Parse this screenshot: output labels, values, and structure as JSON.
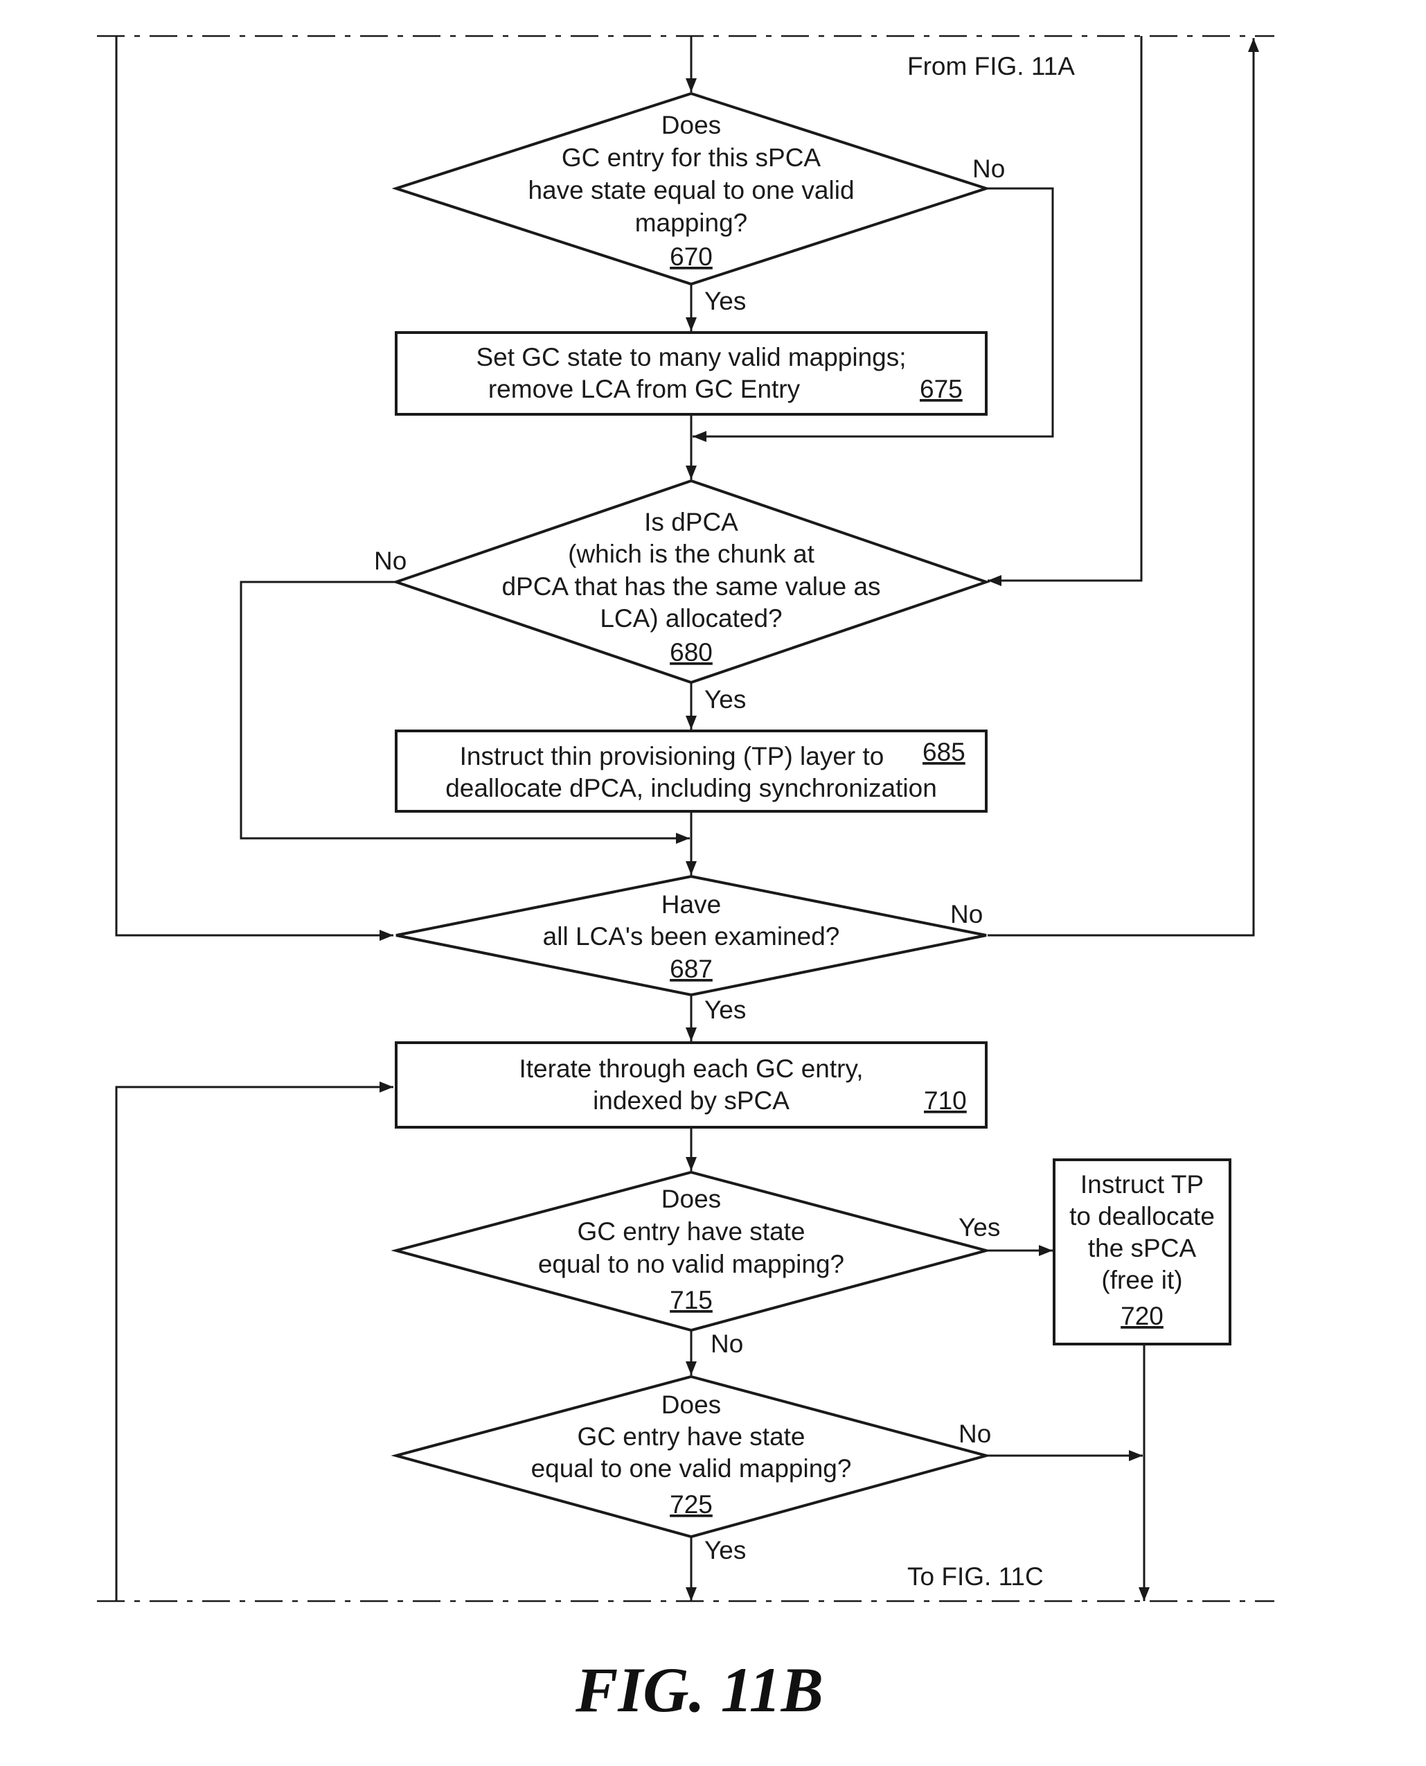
{
  "connectors": {
    "from": "From FIG. 11A",
    "to": "To FIG. 11C"
  },
  "nodes": {
    "n670": {
      "lines": [
        "Does",
        "GC entry for this sPCA",
        "have state equal to one valid",
        "mapping?"
      ],
      "ref": "670"
    },
    "n675": {
      "lines": [
        "Set GC state to many valid mappings;",
        "remove LCA from GC Entry"
      ],
      "ref": "675"
    },
    "n680": {
      "lines": [
        "Is dPCA",
        "(which is the chunk at",
        "dPCA that has the same value as",
        "LCA) allocated?"
      ],
      "ref": "680"
    },
    "n685": {
      "lines": [
        "Instruct thin provisioning (TP) layer to",
        "deallocate dPCA, including synchronization"
      ],
      "ref": "685"
    },
    "n687": {
      "lines": [
        "Have",
        "all LCA's been examined?"
      ],
      "ref": "687"
    },
    "n710": {
      "lines": [
        "Iterate through each GC entry,",
        "indexed by sPCA"
      ],
      "ref": "710"
    },
    "n715": {
      "lines": [
        "Does",
        "GC entry have state",
        "equal to no valid mapping?"
      ],
      "ref": "715"
    },
    "n720": {
      "lines": [
        "Instruct TP",
        "to deallocate",
        "the sPCA",
        "(free it)"
      ],
      "ref": "720"
    },
    "n725": {
      "lines": [
        "Does",
        "GC entry have state",
        "equal to one valid mapping?"
      ],
      "ref": "725"
    }
  },
  "edge_labels": {
    "n670_no": "No",
    "n670_yes": "Yes",
    "n680_no": "No",
    "n680_yes": "Yes",
    "n687_no": "No",
    "n687_yes": "Yes",
    "n715_yes": "Yes",
    "n715_no": "No",
    "n725_no": "No",
    "n725_yes": "Yes"
  },
  "figure_label": "FIG. 11B"
}
